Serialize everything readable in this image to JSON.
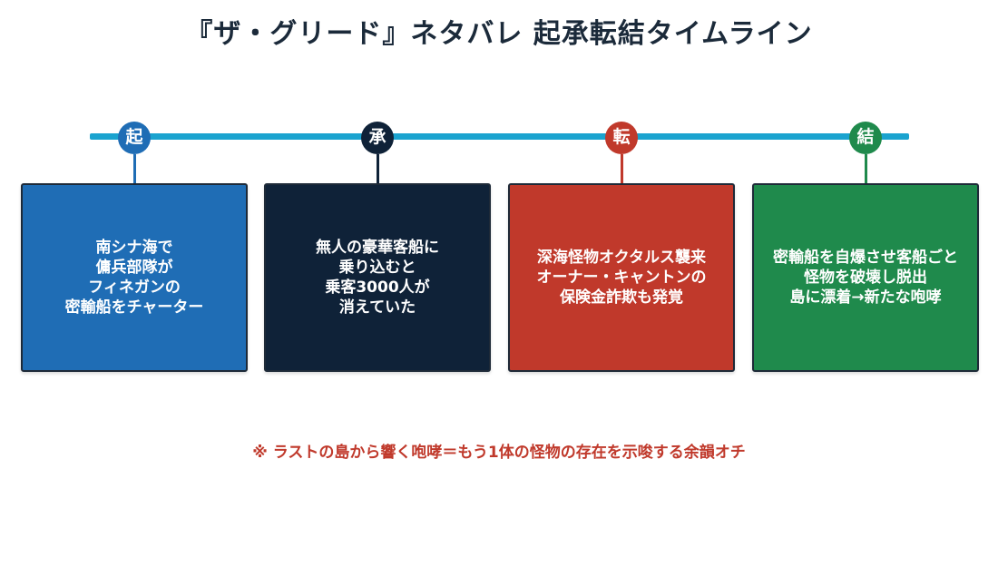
{
  "title": "『ザ・グリード』ネタバレ 起承転結タイムライン",
  "stages": [
    {
      "marker": "起",
      "text": "南シナ海で\n傭兵部隊が\nフィネガンの\n密輸船をチャーター",
      "color": "#1f6db5"
    },
    {
      "marker": "承",
      "text": "無人の豪華客船に\n乗り込むと\n乗客3000人が\n消えていた",
      "color": "#0f2238"
    },
    {
      "marker": "転",
      "text": "深海怪物オクタルス襲来\nオーナー・キャントンの\n保険金詐欺も発覚",
      "color": "#c0392b"
    },
    {
      "marker": "結",
      "text": "密輸船を自爆させ客船ごと\n怪物を破壊し脱出\n島に漂着→新たな咆哮",
      "color": "#1f8a4c"
    }
  ],
  "timeline_color": "#1aa3cf",
  "note": "※ ラストの島から響く咆哮＝もう1体の怪物の存在を示唆する余韻オチ",
  "note_color": "#c0392b"
}
